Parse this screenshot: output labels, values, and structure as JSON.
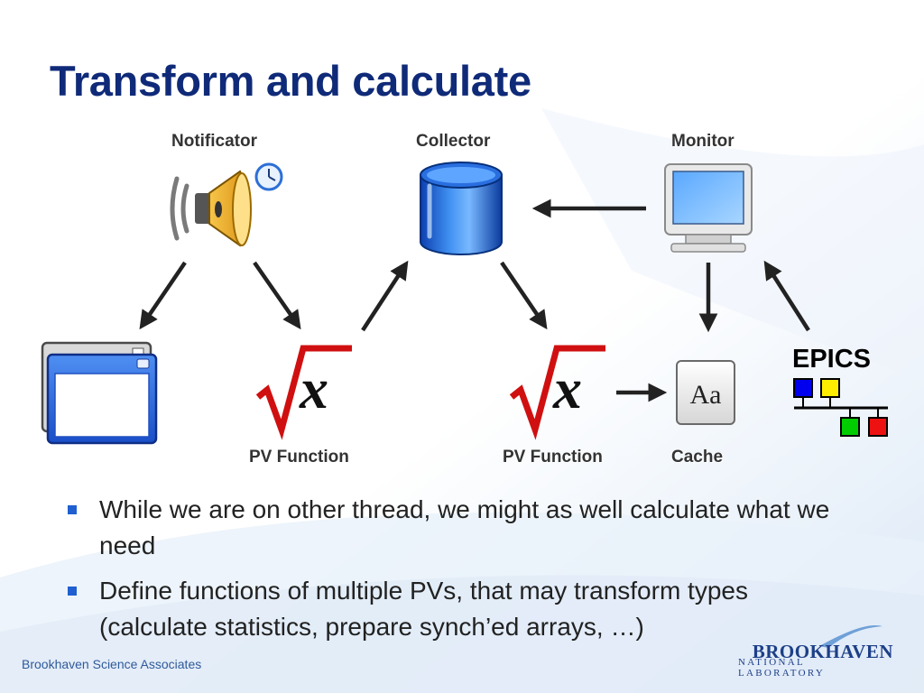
{
  "slide": {
    "title": "Transform and calculate",
    "footer": "Brookhaven Science Associates"
  },
  "nodes": {
    "notificator": "Notificator",
    "collector": "Collector",
    "monitor": "Monitor",
    "pv_function_1": "PV Function",
    "pv_function_2": "PV Function",
    "cache": "Cache"
  },
  "icons": {
    "speaker": "speaker-icon",
    "clock": "clock-icon",
    "database": "database-icon",
    "monitor": "monitor-icon",
    "window": "window-icon",
    "sqrt_x_1": "sqrt-x-icon",
    "sqrt_x_2": "sqrt-x-icon",
    "font": "font-icon",
    "epics": "epics-logo"
  },
  "epics_label": "EPICS",
  "cache_glyph": "Aa",
  "formula_glyph": "x",
  "bullets": [
    "While we are on other thread, we might as well calculate what we need",
    "Define functions of multiple PVs, that may transform types (calculate statistics, prepare synch’ed arrays, …)"
  ],
  "logo": {
    "top": "BROOKHAVEN",
    "bottom": "NATIONAL LABORATORY"
  },
  "colors": {
    "title": "#0f2a78",
    "bullet": "#1f5fd0",
    "sqrt_red": "#d01010",
    "epics_blue": "#0000ee",
    "epics_yellow": "#ffee00",
    "epics_green": "#00cc00",
    "epics_red": "#ee1111"
  }
}
